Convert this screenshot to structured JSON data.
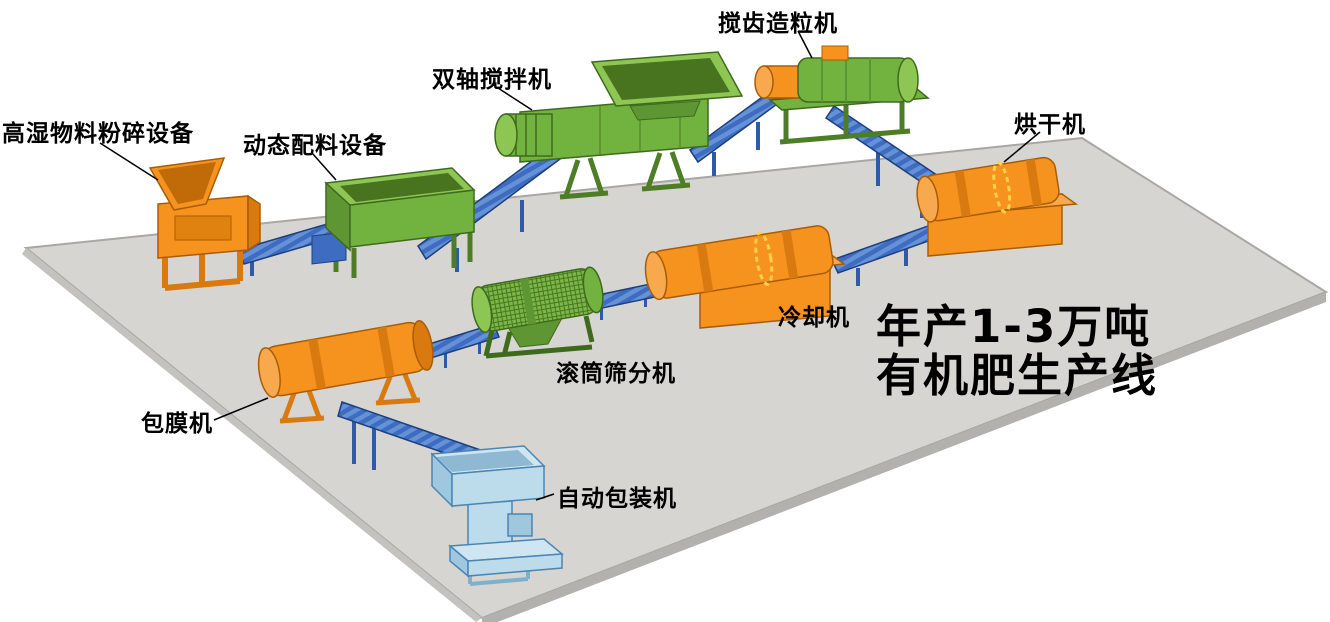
{
  "title": {
    "line1": "年产1-3万吨",
    "line2": "有机肥生产线"
  },
  "labels": {
    "crusher": "高湿物料粉碎设备",
    "batching": "动态配料设备",
    "mixer": "双轴搅拌机",
    "granulator": "搅齿造粒机",
    "dryer": "烘干机",
    "cooler": "冷却机",
    "screener": "滚筒筛分机",
    "coater": "包膜机",
    "packer": "自动包装机"
  },
  "process_flow": [
    "高湿物料粉碎设备",
    "动态配料设备",
    "双轴搅拌机",
    "搅齿造粒机",
    "烘干机",
    "冷却机",
    "滚筒筛分机",
    "包膜机",
    "自动包装机"
  ],
  "colors": {
    "background": "#ffffff",
    "platform": "#d6d5d1",
    "machine_orange": "#f6921e",
    "machine_green": "#72b23e",
    "conveyor_blue": "#3d6cc0",
    "packer_blue": "#bcdcec",
    "highlight_yellow": "#ffd24a",
    "text": "#000000"
  }
}
